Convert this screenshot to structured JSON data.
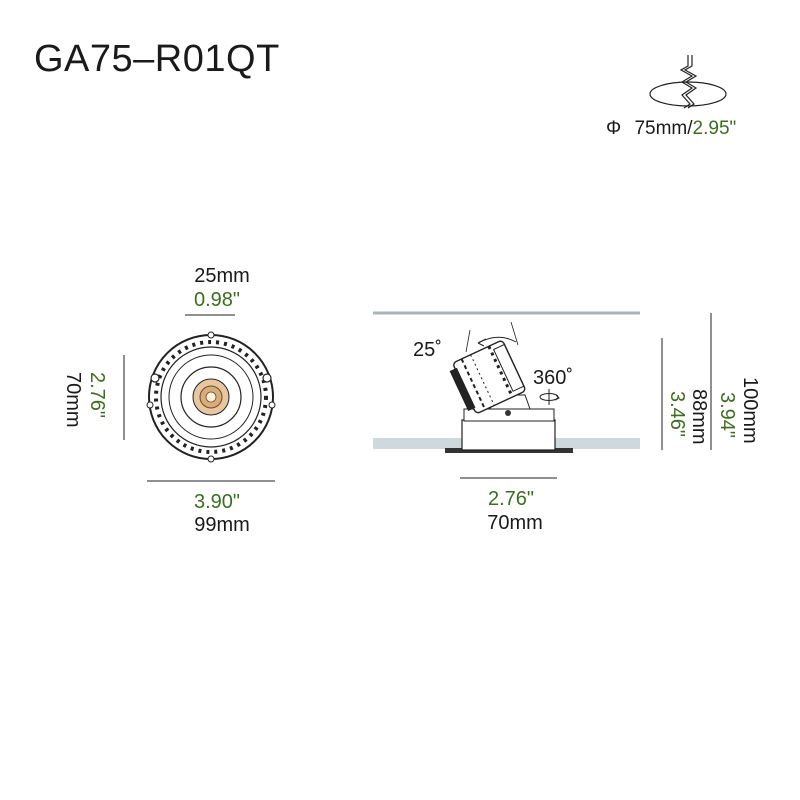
{
  "model": "GA75–R01QT",
  "cutout": {
    "symbol": "Φ",
    "mm": "75mm",
    "sep": "/",
    "inch": "2.95\""
  },
  "front_view": {
    "top_mm": "25mm",
    "top_in": "0.98\"",
    "left_in": "2.76\"",
    "left_mm": "70mm",
    "bottom_in": "3.90\"",
    "bottom_mm": "99mm"
  },
  "side_view": {
    "tilt": "25˚",
    "rotate": "360˚",
    "bottom_in": "2.76\"",
    "bottom_mm": "70mm",
    "h1_in": "3.46\"",
    "h1_mm": "88mm",
    "h2_in": "3.94\"",
    "h2_mm": "100mm"
  },
  "colors": {
    "inch_text": "#3b6e1e",
    "ceiling": "#cfd8dc",
    "lens": "#e8c7a0"
  }
}
